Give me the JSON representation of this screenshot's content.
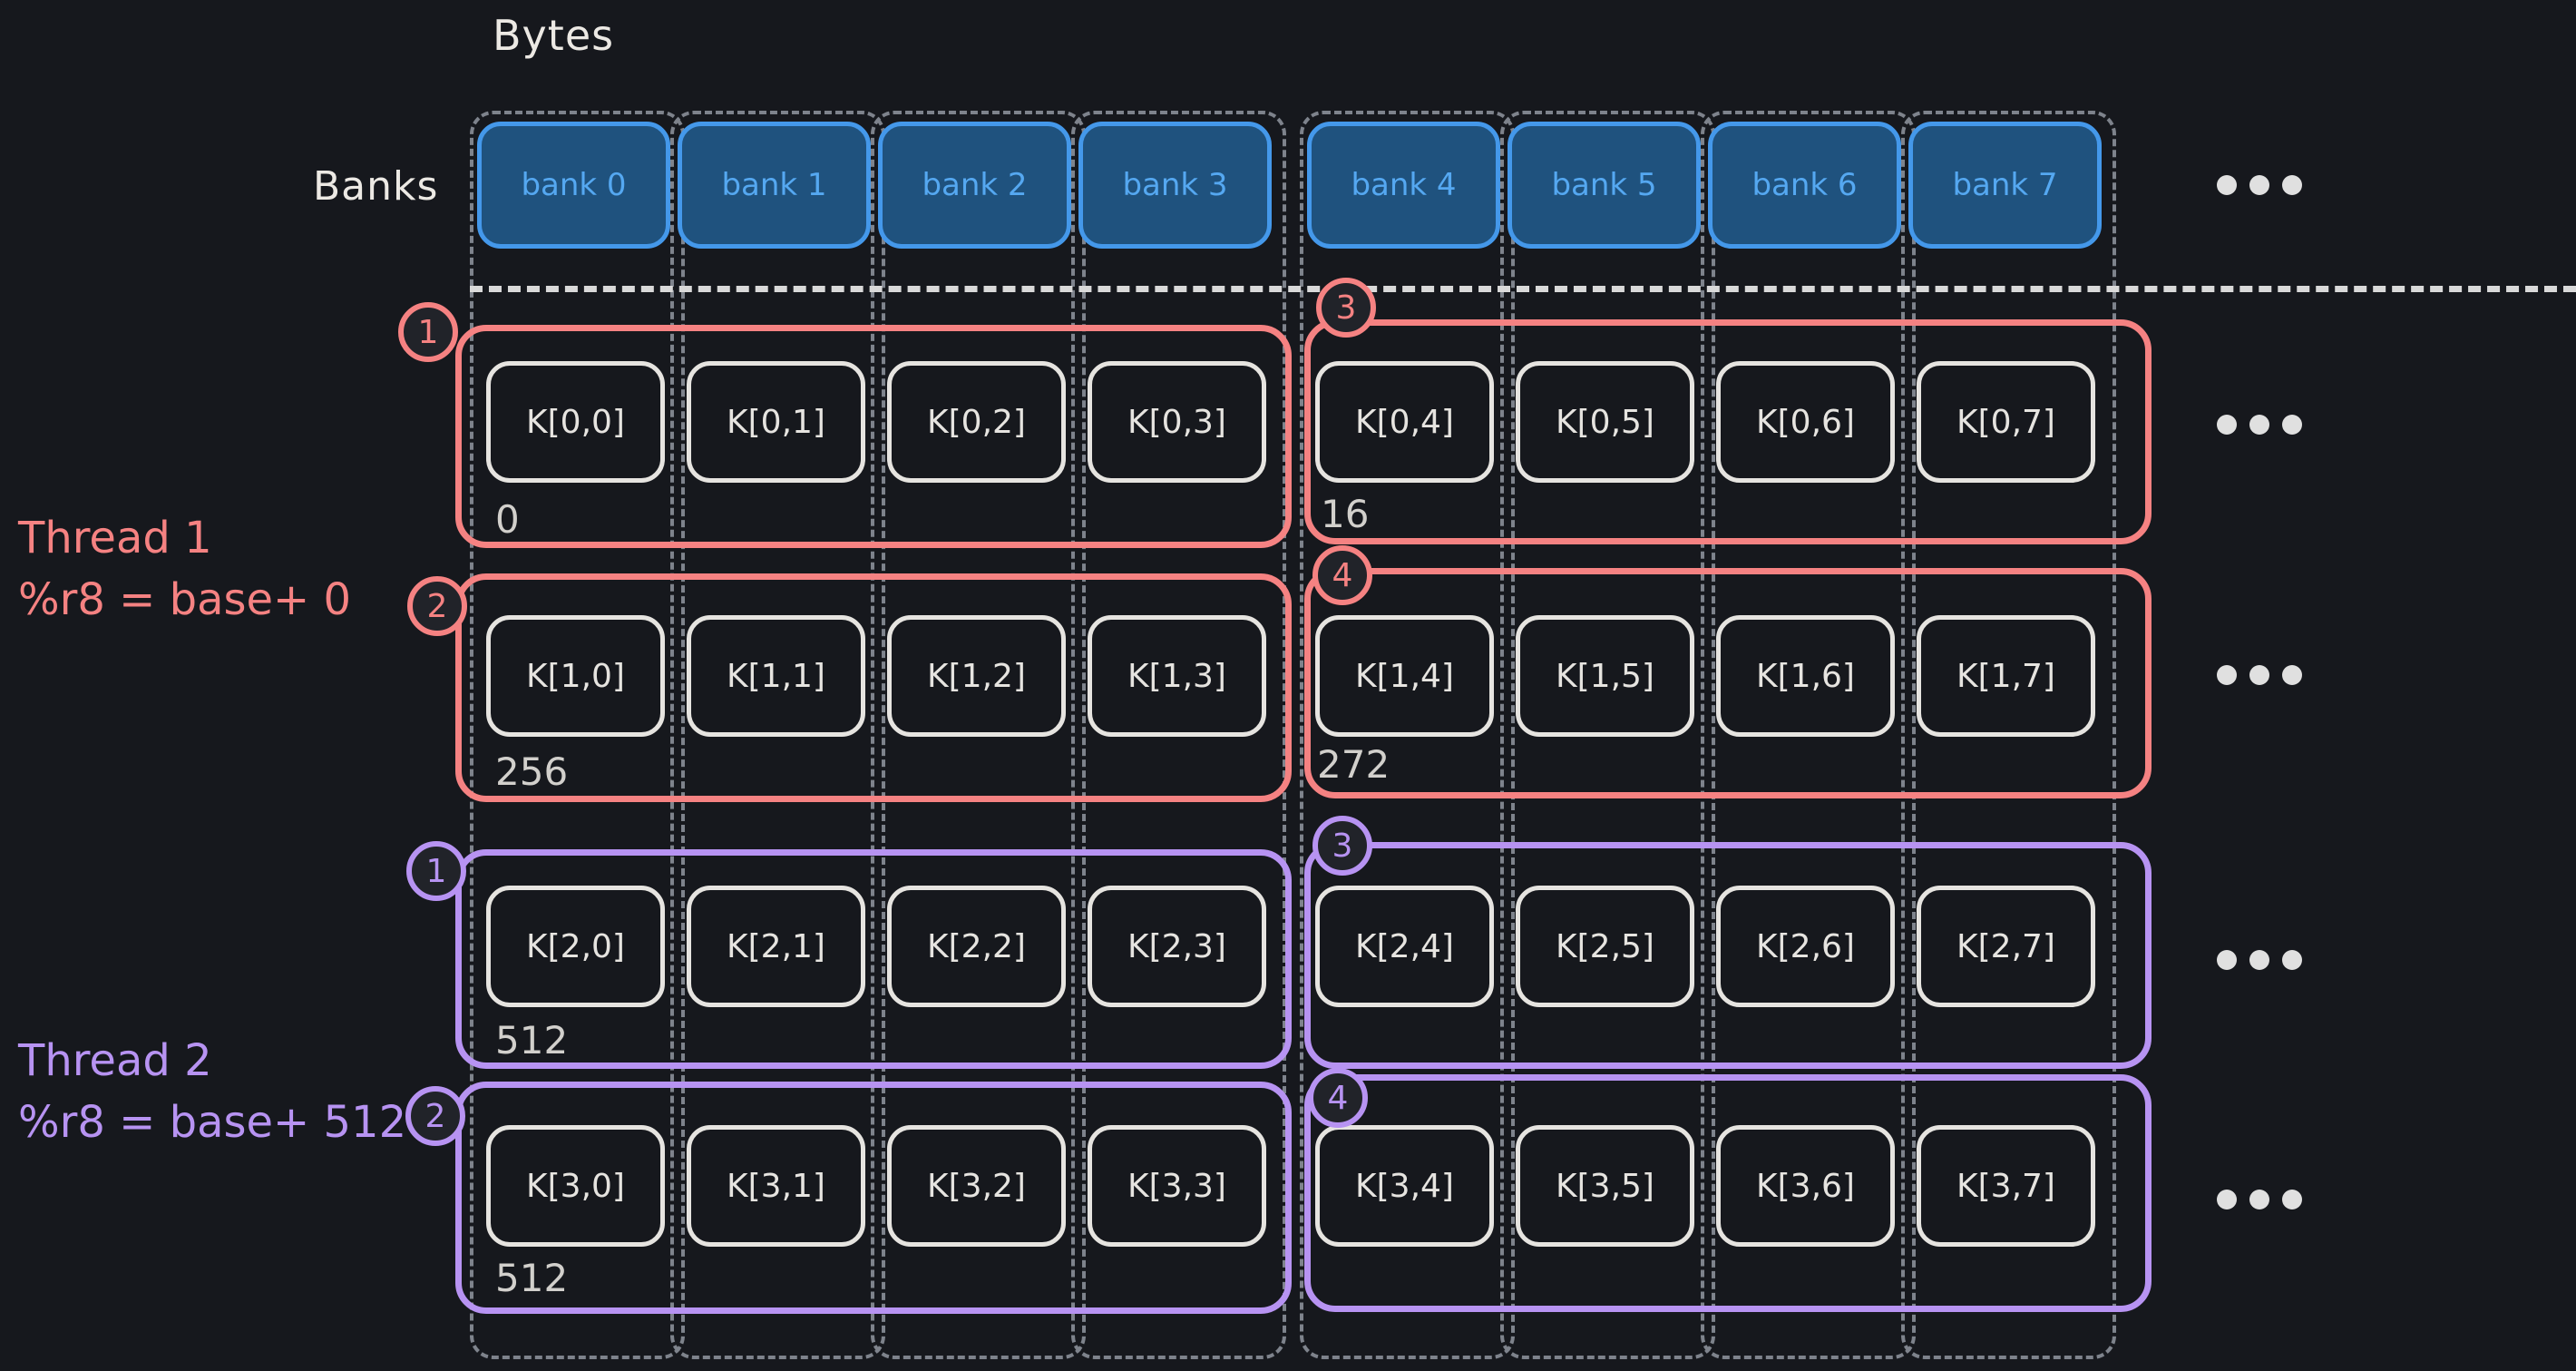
{
  "title_labels": {
    "bytes": "Bytes",
    "banks": "Banks"
  },
  "banks": [
    "bank 0",
    "bank 1",
    "bank 2",
    "bank 3",
    "bank 4",
    "bank 5",
    "bank 6",
    "bank 7"
  ],
  "rows": [
    {
      "marker_left": "1",
      "marker_right": "3",
      "offset_left": "0",
      "offset_right": "16",
      "cells_left": [
        "K[0,0]",
        "K[0,1]",
        "K[0,2]",
        "K[0,3]"
      ],
      "cells_right": [
        "K[0,4]",
        "K[0,5]",
        "K[0,6]",
        "K[0,7]"
      ]
    },
    {
      "marker_left": "2",
      "marker_right": "4",
      "offset_left": "256",
      "offset_right": "272",
      "cells_left": [
        "K[1,0]",
        "K[1,1]",
        "K[1,2]",
        "K[1,3]"
      ],
      "cells_right": [
        "K[1,4]",
        "K[1,5]",
        "K[1,6]",
        "K[1,7]"
      ]
    },
    {
      "marker_left": "1",
      "marker_right": "3",
      "offset_left": "512",
      "cells_left": [
        "K[2,0]",
        "K[2,1]",
        "K[2,2]",
        "K[2,3]"
      ],
      "cells_right": [
        "K[2,4]",
        "K[2,5]",
        "K[2,6]",
        "K[2,7]"
      ]
    },
    {
      "marker_left": "2",
      "marker_right": "4",
      "offset_left": "512",
      "cells_left": [
        "K[3,0]",
        "K[3,1]",
        "K[3,2]",
        "K[3,3]"
      ],
      "cells_right": [
        "K[3,4]",
        "K[3,5]",
        "K[3,6]",
        "K[3,7]"
      ]
    }
  ],
  "threads": [
    {
      "name": "Thread 1",
      "register": "%r8 = base+ 0",
      "color": "#f58282"
    },
    {
      "name": "Thread 2",
      "register": "%r8 = base+ 512",
      "color": "#b793f2"
    }
  ],
  "colors": {
    "background": "#16181d",
    "thread1_accent": "#f58282",
    "thread2_accent": "#b793f2",
    "bank_fill": "#1f527e",
    "bank_stroke": "#4498ea",
    "bank_text": "#55a8f1",
    "cell_stroke": "#e6e4e0",
    "column_dash": "#7e838c",
    "byte_line": "#d9d9d9"
  }
}
